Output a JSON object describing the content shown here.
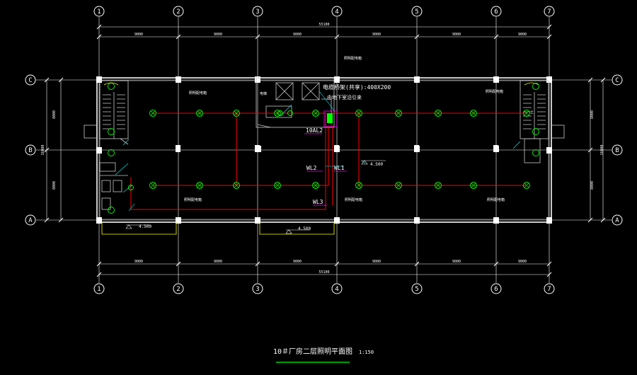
{
  "drawing": {
    "title": "10＃厂房二层照明平面图",
    "scale": "1:150",
    "axes_columns": [
      "1",
      "2",
      "3",
      "4",
      "5",
      "6",
      "7"
    ],
    "axes_rows": [
      "C",
      "B",
      "A"
    ],
    "spans_top": [
      "9000",
      "9000",
      "9000",
      "9000",
      "9000",
      "9000"
    ],
    "spans_bottom": [
      "9000",
      "9000",
      "9000",
      "9000",
      "9000",
      "9000"
    ],
    "total_top": "55100",
    "total_bottom": "55100",
    "row_dims_left": [
      "8000",
      "8000"
    ],
    "row_total_left": "16000",
    "row_dims_right": [
      "8000",
      "8000"
    ],
    "row_total_right": "16000",
    "elevations": [
      "4.500",
      "4.500",
      "4.500"
    ],
    "circuits": [
      "WL1",
      "WL2",
      "WL3"
    ],
    "panel_label": "10AL2",
    "bridge_note_1": "电缆桥架(共享):400X200",
    "bridge_note_2": "由地下室沿引来",
    "small_notes": [
      "照明配电箱",
      "照明配电箱",
      "照明配电箱",
      "照明配电箱",
      "照明配电箱",
      "照明配电箱",
      "电梯"
    ],
    "stair_label": "上"
  },
  "colors": {
    "background": "#000000",
    "wall": "#c8c8c8",
    "axis_line": "#ffffff",
    "dimension": "#ffffff",
    "lighting_circuit": "#ff0000",
    "fixture": "#00ff00",
    "leader": "#00ffff",
    "panel_label": "#ff00ff",
    "text": "#ffffff",
    "yellow": "#ffff00",
    "underline": "#00ff00"
  }
}
